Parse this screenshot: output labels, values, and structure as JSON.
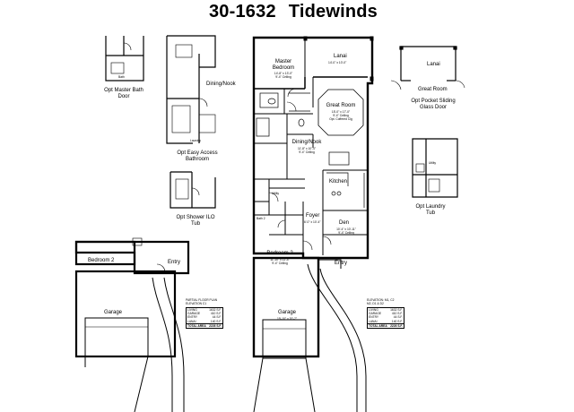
{
  "title": {
    "plan_number": "30-1632",
    "plan_name": "Tidewinds"
  },
  "rooms": {
    "master_bedroom": "Master\nBedroom",
    "master_bedroom_dims": "14'-8\" x 13'-0\"\n9'-4\" Ceiling",
    "lanai": "Lanai",
    "lanai_dims": "14'-0\" x 10'-0\"",
    "great_room": "Great Room",
    "great_room_dims": "15'-0\" x 17'-0\"\n9'-4\" Ceiling\nOpt. Coffered Clg",
    "dining_nook": "Dining/Nook",
    "dining_nook_dims": "11'-8\" x 10'-4\"\n9'-4\" Ceiling",
    "kitchen": "Kitchen",
    "foyer": "Foyer",
    "foyer_dims": "6'-0\" x 10'-4\"",
    "den": "Den",
    "den_dims": "10'-4\" x 10'-11\"\n9'-4\" Ceiling",
    "bath2": "Bath 2",
    "bedroom2": "Bedroom 2",
    "bedroom2_dims": "11'-10\" x 11'-4\"\n9'-4\" Ceiling",
    "entry": "Entry",
    "garage": "Garage",
    "garage_dims": "19'-10\" x 20'-7\"",
    "laundry": "Laundry",
    "utility": "Utility",
    "bath": "Bath"
  },
  "options": {
    "master_bath_door": "Opt Master Bath\nDoor",
    "easy_access_bath": "Opt Easy Access\nBathroom",
    "shower_tub": "Opt Shower ILO\nTub",
    "pocket_door": "Opt Pocket Sliding\nGlass Door",
    "laundry_tub": "Opt Laundry\nTub",
    "dining_nook_label": "Dining/Nook",
    "lanai_label": "Lanai",
    "great_room_label": "Great Room"
  },
  "partial": {
    "bedroom2": "Bedroom 2",
    "entry": "Entry",
    "garage": "Garage",
    "caption": "PARTIAL FLOOR PLAN\nELEVATION C1",
    "table": [
      [
        "LIVING",
        "1632 S.F."
      ],
      [
        "GARAGE",
        "410 S.F."
      ],
      [
        "ENTRY",
        "44 S.F."
      ],
      [
        "LANAI",
        "140 S.F."
      ],
      [
        "TOTAL AREA",
        "2226 S.F."
      ]
    ]
  },
  "main_table": {
    "caption": "ELEVATION: M1, C2\nM2, D1 & D2",
    "rows": [
      [
        "LIVING",
        "1632 S.F."
      ],
      [
        "GARAGE",
        "410 S.F."
      ],
      [
        "ENTRY",
        "44 S.F."
      ],
      [
        "LANAI",
        "140 S.F."
      ],
      [
        "TOTAL AREA",
        "2226 S.F."
      ]
    ]
  },
  "colors": {
    "wall": "#000000",
    "background": "#ffffff",
    "fixture": "#666666"
  }
}
